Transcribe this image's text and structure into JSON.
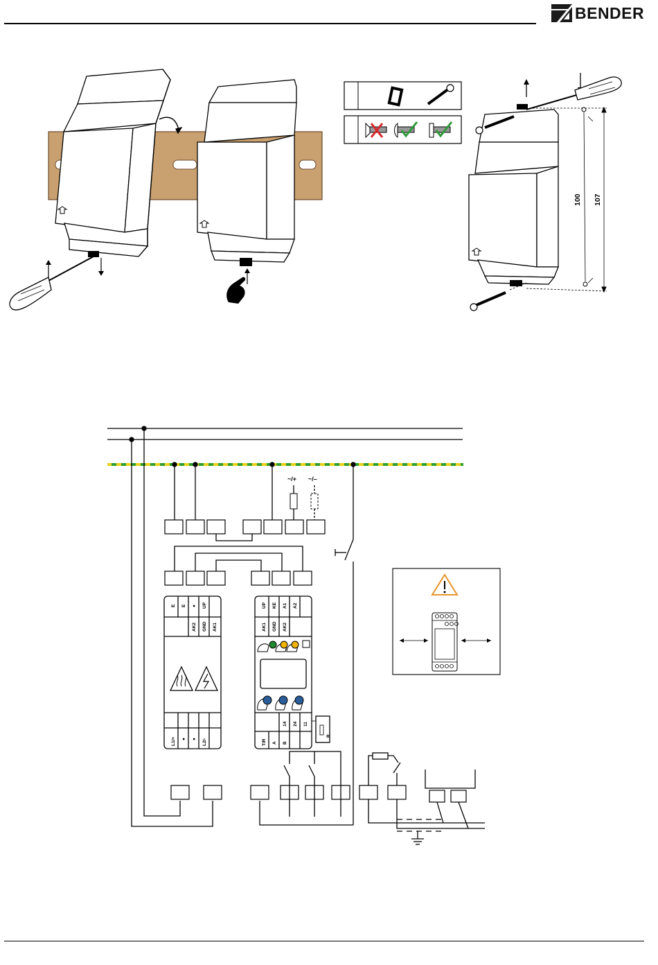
{
  "brand": {
    "name": "BENDER"
  },
  "mounting": {
    "dimension_inner": "100",
    "dimension_outer": "107"
  },
  "wiring": {
    "supply_plus": "~/+",
    "supply_minus": "~/–",
    "left_device_terminals_top": [
      "E",
      "E",
      "●",
      "UP"
    ],
    "left_device_terminals_mid": [
      "AK2",
      "GND",
      "AK1"
    ],
    "left_device_terminals_bottom": [
      "L1/+",
      "●",
      "●",
      "L2/-"
    ],
    "right_device_terminals_top": [
      "UP",
      "KE",
      "A1",
      "A2"
    ],
    "right_device_terminals_mid": [
      "AK1",
      "GND",
      "AK2"
    ],
    "right_device_terminals_bottom_row1": [
      "14",
      "24",
      "11"
    ],
    "right_device_terminals_bottom_row2": [
      "T/R",
      "A",
      "B"
    ],
    "right_device_dip_label": "R"
  },
  "colors": {
    "brand_dark": "#1a1a1a",
    "rail_wood": "#c9a070",
    "pe_yellow": "#e8d21a",
    "pe_green": "#2f9e2f",
    "led_green": "#1f8a2e",
    "led_yellow": "#f0b400",
    "button_blue": "#2a5d9a",
    "warning_orange": "#e8942a",
    "check_green": "#2e9a3a",
    "cross_red": "#d8262b"
  },
  "icons": [
    "bender-logo-icon",
    "screwdriver-icon",
    "hand-press-icon",
    "warning-triangle-icon",
    "hot-surface-icon",
    "high-voltage-icon",
    "screw-icon",
    "check-icon",
    "cross-icon",
    "ground-icon"
  ]
}
